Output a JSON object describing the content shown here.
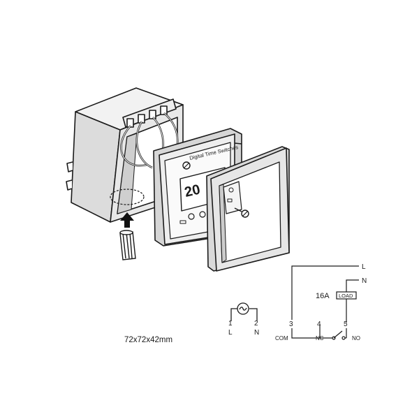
{
  "device": {
    "screen_text": "Digital Time Switches",
    "display_digits": "20"
  },
  "dimensions": "72x72x42mm",
  "symbol": {
    "pin1": "1",
    "pin1_label": "L",
    "pin2": "2",
    "pin2_label": "N"
  },
  "wiring": {
    "line_L": "L",
    "line_N": "N",
    "current_rating": "16A",
    "load_label": "LOAD",
    "pin3": "3",
    "pin4": "4",
    "pin5": "5",
    "pin3_label": "COM",
    "pin4_label": "NC",
    "pin5_label": "NO"
  },
  "colors": {
    "stroke": "#1a1a1a",
    "box_gray": "#d9d9d9",
    "shade": "#bdbdbd"
  }
}
